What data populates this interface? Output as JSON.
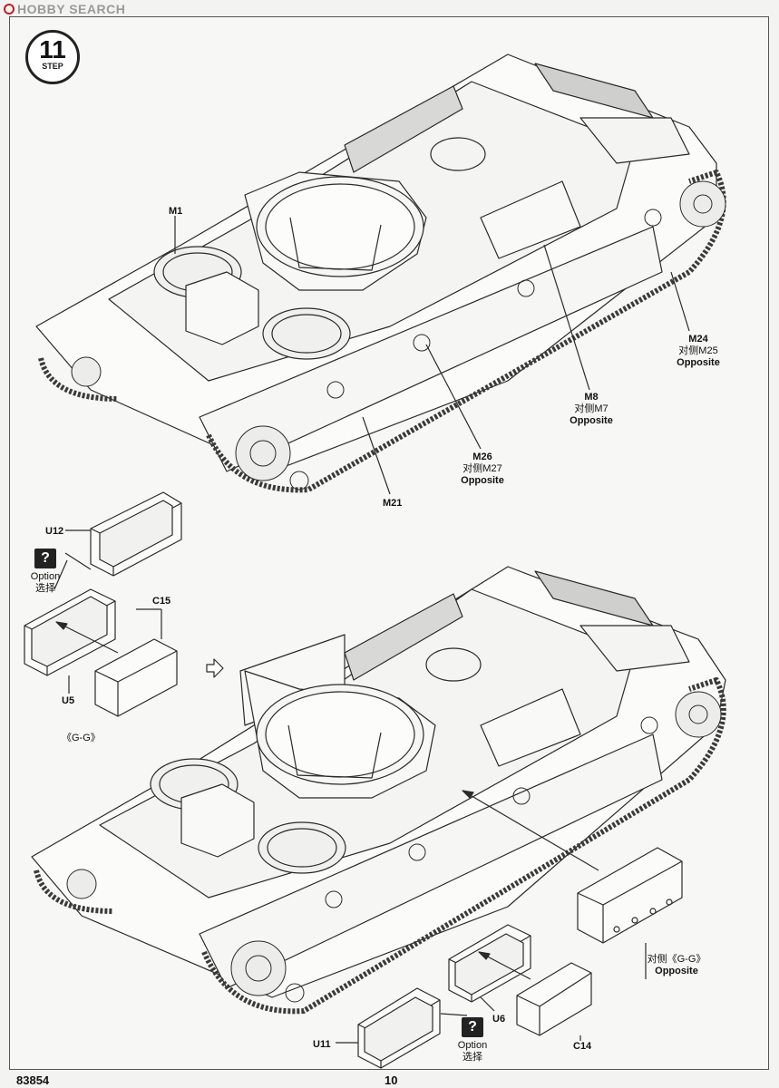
{
  "watermark": {
    "brand": "HOBBY SEARCH"
  },
  "step": {
    "number": "11",
    "label": "STEP"
  },
  "parts_top": {
    "m1": "M1",
    "m24": "M24",
    "m24_opp_zh": "对侧M25",
    "m24_opp_en": "Opposite",
    "m8": "M8",
    "m8_opp_zh": "对侧M7",
    "m8_opp_en": "Opposite",
    "m26": "M26",
    "m26_opp_zh": "对侧M27",
    "m26_opp_en": "Opposite",
    "m21": "M21"
  },
  "parts_left": {
    "u12": "U12",
    "option_en": "Option",
    "option_zh": "选择",
    "c15": "C15",
    "u5": "U5",
    "gg": "《G-G》"
  },
  "parts_bottom": {
    "gg_opp_zh": "对侧《G-G》",
    "gg_opp_en": "Opposite",
    "u6": "U6",
    "u11": "U11",
    "option_en": "Option",
    "option_zh": "选择",
    "c14": "C14"
  },
  "question_mark": "?",
  "footer": {
    "code": "83854",
    "page": "10"
  }
}
